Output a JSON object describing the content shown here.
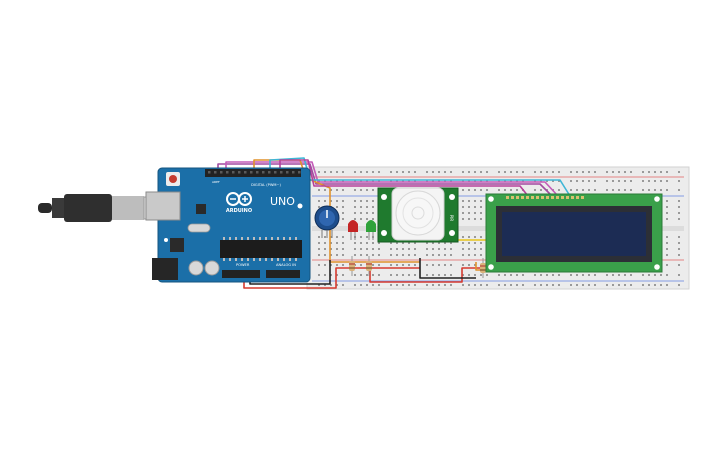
{
  "board": {
    "logo": "ARDUINO",
    "model": "UNO",
    "digital_label": "DIGITAL (PWM~)",
    "power_label": "POWER",
    "analog_label": "ANALOG IN",
    "aref_label": "AREF",
    "gnd_label": "GND"
  },
  "pir_sensor": {
    "label": "PIR"
  },
  "lcd": {
    "label": ""
  },
  "colors": {
    "board_blue": "#1b6fa8",
    "breadboard": "#ececec",
    "lcd_frame": "#3aa04a",
    "lcd_screen": "#1c2c54",
    "wire_purple": "#a24aa0",
    "wire_red": "#d63a2f",
    "wire_orange": "#e0922c",
    "wire_black": "#222222",
    "wire_yellow": "#e8c51c",
    "wire_cyan": "#3fb6d6",
    "led_red": "#c42525",
    "led_green": "#2fa23a",
    "pot": "#1d4d8c",
    "pir_board": "#1f7a2e"
  }
}
